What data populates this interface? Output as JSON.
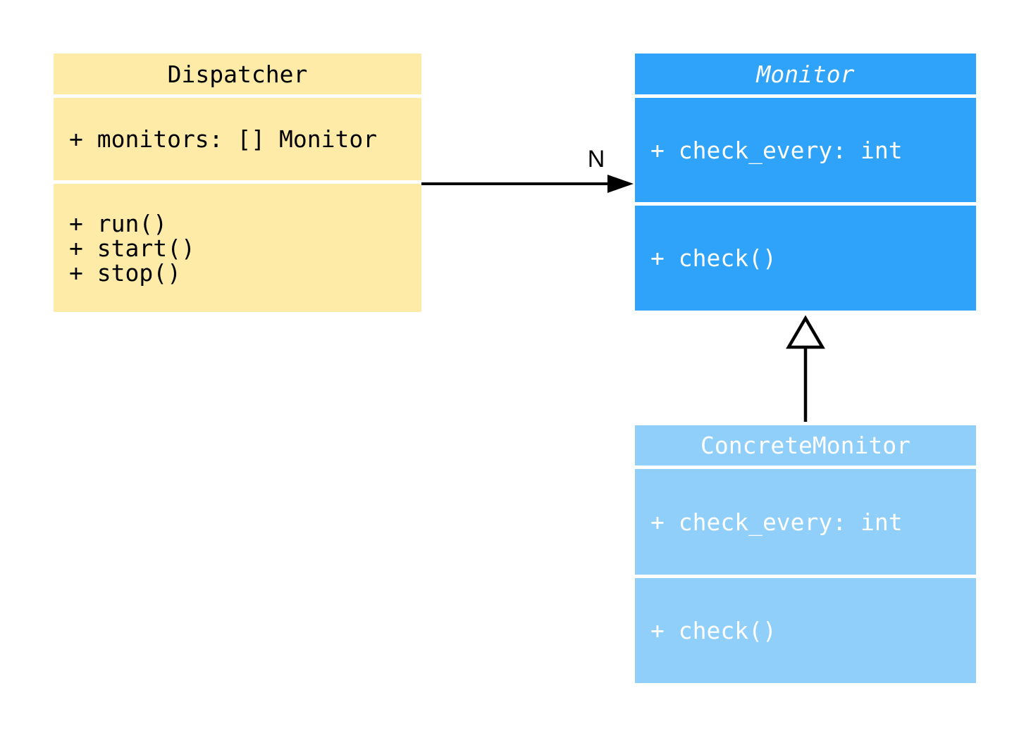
{
  "diagram": {
    "type": "uml-class-diagram",
    "background_color": "#FFFFFF",
    "connector_color": "#000000",
    "classes": [
      {
        "name": "Dispatcher",
        "abstract": false,
        "header_color": "#FFEBA8",
        "body_color": "#FFEBA8",
        "text_color": "#000000",
        "attributes": [
          "+ monitors: [] Monitor"
        ],
        "methods": [
          "+ run()",
          "+ start()",
          "+ stop()"
        ]
      },
      {
        "name": "Monitor",
        "abstract": true,
        "header_color": "#2EA3F9",
        "body_color": "#2EA3F9",
        "text_color": "#FFFFFF",
        "attributes": [
          "+ check_every: int"
        ],
        "methods": [
          "+ check()"
        ]
      },
      {
        "name": "ConcreteMonitor",
        "abstract": false,
        "header_color": "#8FCFFA",
        "body_color": "#8FCFFA",
        "text_color": "#FFFFFF",
        "attributes": [
          "+ check_every: int"
        ],
        "methods": [
          "+ check()"
        ]
      }
    ],
    "relations": [
      {
        "type": "association",
        "from": "Dispatcher",
        "to": "Monitor",
        "label": "N",
        "arrowhead": "filled-arrow"
      },
      {
        "type": "inheritance",
        "from": "ConcreteMonitor",
        "to": "Monitor",
        "label": "",
        "arrowhead": "hollow-triangle"
      }
    ]
  }
}
